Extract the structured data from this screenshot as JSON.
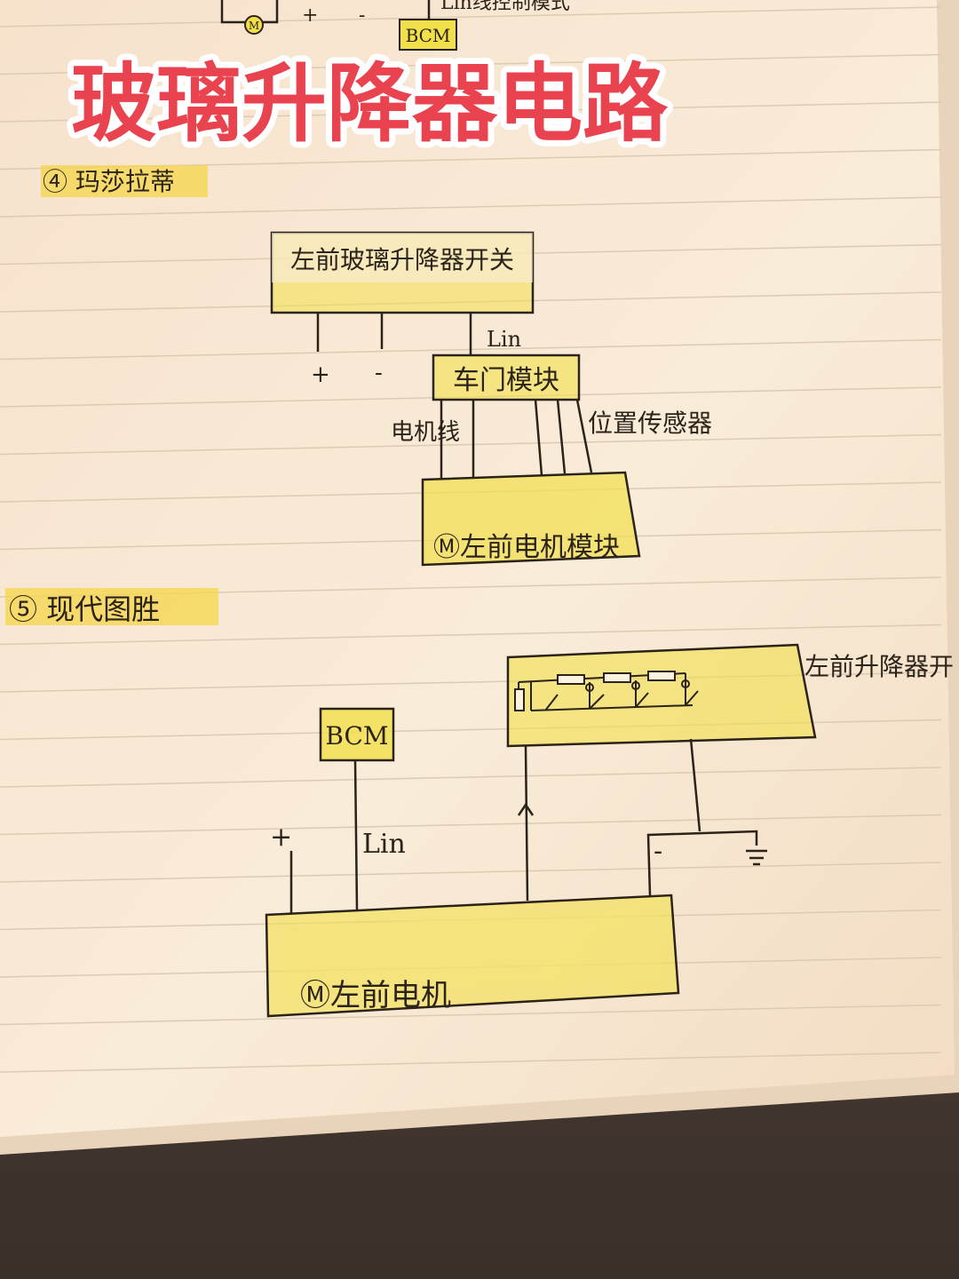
{
  "header": {
    "title": "玻璃升降器电路",
    "top_bcm_label": "BCM",
    "top_plus": "+",
    "top_minus": "-",
    "top_motor": "M",
    "top_clipped_note": "Lin线控制模式"
  },
  "section4": {
    "heading": "④ 玛莎拉蒂",
    "switch_label": "左前玻璃升降器开关",
    "plus": "+",
    "minus": "-",
    "lin": "Lin",
    "door_module": "车门模块",
    "motor_wire": "电机线",
    "position_sensor": "位置传感器",
    "motor_module": "Ⓜ左前电机模块"
  },
  "section5": {
    "heading": "⑤ 现代图胜",
    "switch_label": "左前升降器开",
    "bcm": "BCM",
    "plus": "+",
    "lin": "Lin",
    "minus": "-",
    "motor": "Ⓜ左前电机"
  },
  "colors": {
    "highlight": "#f2e04a",
    "ink": "#2b2218",
    "title_red": "#e8434f",
    "paper": "#f8ead6",
    "rule_line": "#d9c7ae"
  }
}
